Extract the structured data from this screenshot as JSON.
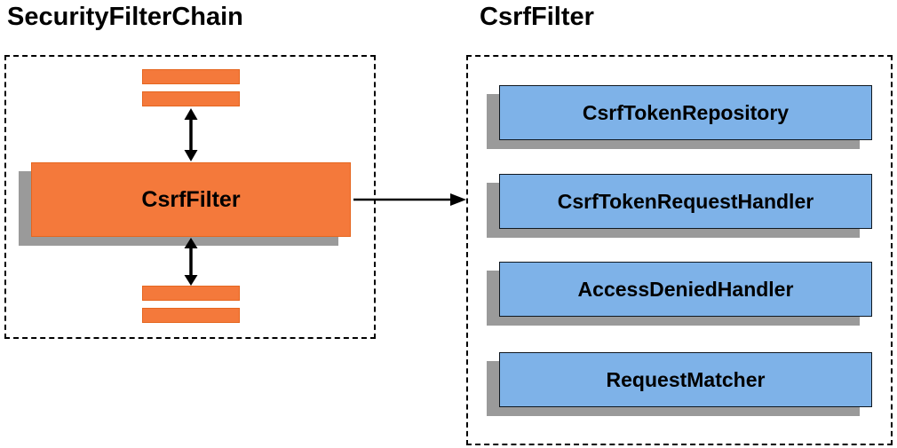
{
  "diagram": {
    "left": {
      "title": "SecurityFilterChain",
      "filter_box_label": "CsrfFilter"
    },
    "right": {
      "title": "CsrfFilter",
      "components": [
        "CsrfTokenRepository",
        "CsrfTokenRequestHandler",
        "AccessDeniedHandler",
        "RequestMatcher"
      ]
    },
    "colors": {
      "filter_orange": "#F4793B",
      "component_blue": "#7EB2E8",
      "shadow_gray": "#9a9a9a",
      "line_black": "#000000"
    }
  }
}
